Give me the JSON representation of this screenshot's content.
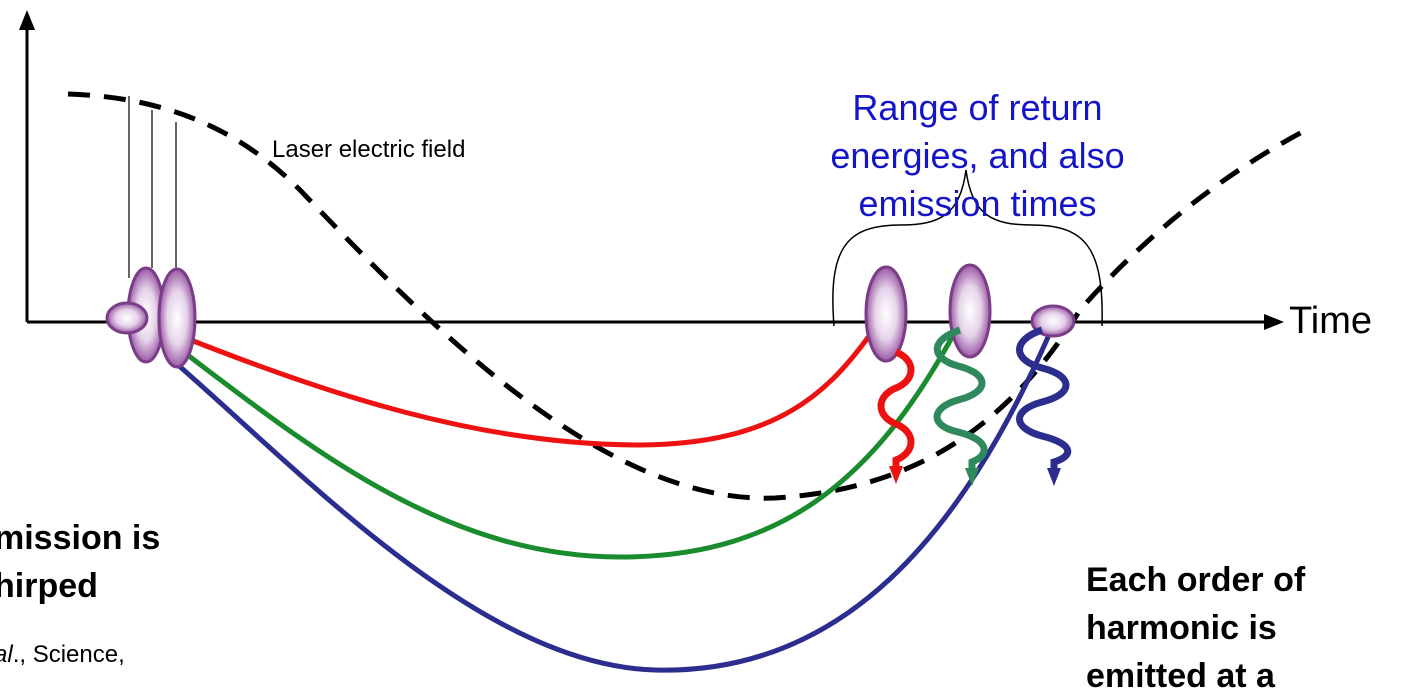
{
  "labels": {
    "field": "Laser electric field",
    "time_axis": "Time",
    "range_line1": "Range of return",
    "range_line2": "energies, and also",
    "range_line3": "emission times",
    "left_note_line1": "mission is",
    "left_note_line2": "hirped",
    "citation_italic": "al",
    "citation_rest": "., Science,",
    "right_note_line1": "Each order of",
    "right_note_line2": "harmonic is",
    "right_note_line3": "emitted at a"
  },
  "colors": {
    "range_text": "#1414c8",
    "red_trajectory": "#ee1111",
    "green_trajectory": "#1a8c2e",
    "blue_trajectory": "#2b2e8e",
    "wavepacket": "#9b5aa5",
    "field_curve": "#000000"
  },
  "icons": [
    "wavepacket-ellipse",
    "wavy-emission-arrow"
  ]
}
